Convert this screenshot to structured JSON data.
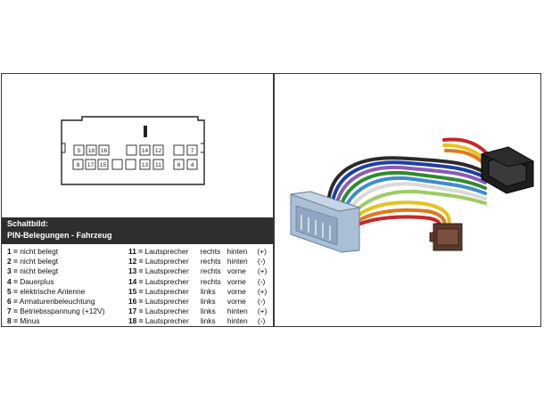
{
  "connector": {
    "top_row": [
      "5",
      "18",
      "16",
      "",
      "14",
      "12",
      "",
      "7"
    ],
    "bottom_row": [
      "8",
      "17",
      "15",
      "",
      "",
      "13",
      "11",
      "6",
      "4"
    ]
  },
  "schematic": {
    "title": "Schaltbild:",
    "subtitle": "PIN-Belegungen - Fahrzeug"
  },
  "pins_left": [
    {
      "num": "1 =",
      "desc": "nicht belegt"
    },
    {
      "num": "2 =",
      "desc": "nicht belegt"
    },
    {
      "num": "3 =",
      "desc": "nicht belegt"
    },
    {
      "num": "4 =",
      "desc": "Dauerplus"
    },
    {
      "num": "5 =",
      "desc": "elektrische Antenne"
    },
    {
      "num": "6 =",
      "desc": "Armaturenbeleuchtung"
    },
    {
      "num": "7 =",
      "desc": "Betriebsspannung (+12V)"
    },
    {
      "num": "8 =",
      "desc": "Minus"
    }
  ],
  "pins_right": [
    {
      "num": "11 =",
      "part": "Lautsprecher",
      "side": "rechts",
      "pos": "hinten",
      "pol": "(+)"
    },
    {
      "num": "12 =",
      "part": "Lautsprecher",
      "side": "rechts",
      "pos": "hinten",
      "pol": "(-)"
    },
    {
      "num": "13 =",
      "part": "Lautsprecher",
      "side": "rechts",
      "pos": "vorne",
      "pol": "(+)"
    },
    {
      "num": "14 =",
      "part": "Lautsprecher",
      "side": "rechts",
      "pos": "vorne",
      "pol": "(-)"
    },
    {
      "num": "15 =",
      "part": "Lautsprecher",
      "side": "links",
      "pos": "vorne",
      "pol": "(+)"
    },
    {
      "num": "16 =",
      "part": "Lautsprecher",
      "side": "links",
      "pos": "vorne",
      "pol": "(-)"
    },
    {
      "num": "17 =",
      "part": "Lautsprecher",
      "side": "links",
      "pos": "hinten",
      "pol": "(+)"
    },
    {
      "num": "18 =",
      "part": "Lautsprecher",
      "side": "links",
      "pos": "hinten",
      "pol": "(-)"
    }
  ],
  "colors": {
    "header_bg": "#2e2e2e",
    "border": "#3a3a3a",
    "wire_colors": [
      "#1d3fa6",
      "#2e8b2e",
      "#8a5bb5",
      "#d9d9d9",
      "#e6c31c",
      "#e07a1c",
      "#c62828",
      "#2a2a2a",
      "#3f8bd0",
      "#9ccc65"
    ]
  }
}
